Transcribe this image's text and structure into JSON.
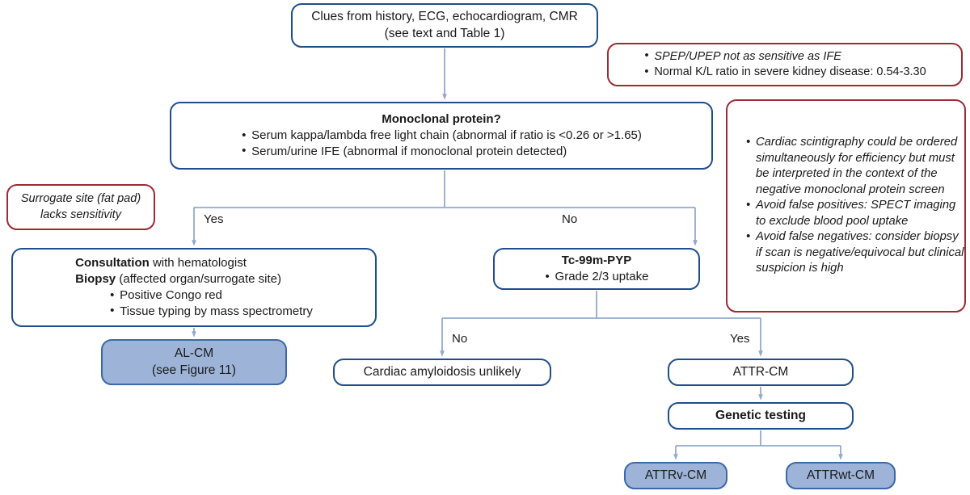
{
  "diagram": {
    "title": "Diagnostic algorithm for cardiac amyloidosis",
    "colors": {
      "box_border_blue": "#1f4e8c",
      "box_border_red": "#9e2a35",
      "box_fill_highlight": "#9db4d8",
      "connector": "#93a9cc",
      "text": "#1a1a1a"
    },
    "nodes": {
      "clues": {
        "line1": "Clues from history, ECG, echocardiogram, CMR",
        "line2": "(see text and Table 1)"
      },
      "spep_callout": {
        "bullets": [
          "SPEP/UPEP not as sensitive as IFE",
          "Normal K/L ratio in severe kidney disease: 0.54-3.30"
        ]
      },
      "monoclonal": {
        "title": "Monoclonal protein?",
        "bullets": [
          "Serum kappa/lambda free light chain (abnormal if ratio is <0.26 or >1.65)",
          "Serum/urine IFE (abnormal if monoclonal protein detected)"
        ]
      },
      "scintigraphy_callout": {
        "bullets": [
          "Cardiac scintigraphy could be ordered simultaneously for efficiency but must be interpreted in the context of the negative monoclonal protein screen",
          "Avoid false positives: SPECT imaging to exclude blood pool uptake",
          "Avoid false negatives: consider biopsy if scan is negative/equivocal but clinical suspicion is high"
        ]
      },
      "surrogate_callout": {
        "line1": "Surrogate site (fat pad)",
        "line2": "lacks sensitivity"
      },
      "consultation": {
        "line1_bold": "Consultation",
        "line1_rest": " with hematologist",
        "line2_bold": "Biopsy",
        "line2_rest": " (affected organ/surrogate site)",
        "bullets": [
          "Positive Congo red",
          "Tissue typing by mass spectrometry"
        ]
      },
      "pyp": {
        "title": "Tc-99m-PYP",
        "bullets": [
          "Grade 2/3 uptake"
        ]
      },
      "al_cm": {
        "line1": "AL-CM",
        "line2": "(see Figure 11)"
      },
      "unlikely": {
        "label": "Cardiac amyloidosis unlikely"
      },
      "attr_cm": {
        "label": "ATTR-CM"
      },
      "genetic_testing": {
        "label": "Genetic testing"
      },
      "attrv_cm": {
        "label": "ATTRv-CM"
      },
      "attrwt_cm": {
        "label": "ATTRwt-CM"
      }
    },
    "edge_labels": {
      "monoclonal_yes": "Yes",
      "monoclonal_no": "No",
      "pyp_no": "No",
      "pyp_yes": "Yes"
    }
  },
  "chart_data": {
    "type": "diagram",
    "subtype": "flowchart",
    "title": "Cardiac amyloidosis diagnostic algorithm",
    "nodes": [
      {
        "id": "clues",
        "label": "Clues from history, ECG, echocardiogram, CMR (see text and Table 1)",
        "style": "rounded-blue"
      },
      {
        "id": "monoclonal",
        "label": "Monoclonal protein?",
        "style": "rounded-blue"
      },
      {
        "id": "consultation",
        "label": "Consultation with hematologist / Biopsy (affected organ/surrogate site)",
        "style": "rounded-blue"
      },
      {
        "id": "pyp",
        "label": "Tc-99m-PYP",
        "style": "rounded-blue"
      },
      {
        "id": "al_cm",
        "label": "AL-CM (see Figure 11)",
        "style": "rounded-filled"
      },
      {
        "id": "unlikely",
        "label": "Cardiac amyloidosis unlikely",
        "style": "rounded-blue"
      },
      {
        "id": "attr_cm",
        "label": "ATTR-CM",
        "style": "rounded-blue"
      },
      {
        "id": "genetic_testing",
        "label": "Genetic testing",
        "style": "rounded-blue"
      },
      {
        "id": "attrv_cm",
        "label": "ATTRv-CM",
        "style": "rounded-filled"
      },
      {
        "id": "attrwt_cm",
        "label": "ATTRwt-CM",
        "style": "rounded-filled"
      },
      {
        "id": "spep_callout",
        "label": "SPEP/UPEP not as sensitive as IFE; Normal K/L ratio in severe kidney disease: 0.54-3.30",
        "style": "callout-red"
      },
      {
        "id": "surrogate_callout",
        "label": "Surrogate site (fat pad) lacks sensitivity",
        "style": "callout-red"
      },
      {
        "id": "scintigraphy_callout",
        "label": "Cardiac scintigraphy notes",
        "style": "callout-red"
      }
    ],
    "edges": [
      {
        "from": "clues",
        "to": "monoclonal",
        "label": ""
      },
      {
        "from": "monoclonal",
        "to": "consultation",
        "label": "Yes"
      },
      {
        "from": "monoclonal",
        "to": "pyp",
        "label": "No"
      },
      {
        "from": "consultation",
        "to": "al_cm",
        "label": ""
      },
      {
        "from": "pyp",
        "to": "unlikely",
        "label": "No"
      },
      {
        "from": "pyp",
        "to": "attr_cm",
        "label": "Yes"
      },
      {
        "from": "attr_cm",
        "to": "genetic_testing",
        "label": ""
      },
      {
        "from": "genetic_testing",
        "to": "attrv_cm",
        "label": ""
      },
      {
        "from": "genetic_testing",
        "to": "attrwt_cm",
        "label": ""
      }
    ]
  }
}
